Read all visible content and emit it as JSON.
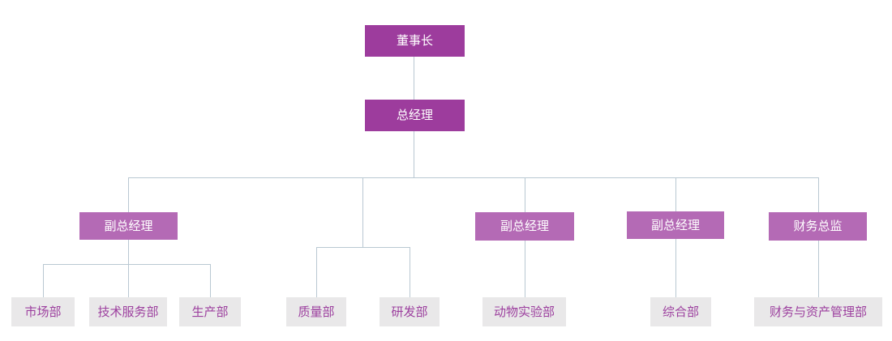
{
  "colors": {
    "exec_fill": "#9d3c9d",
    "exec_text": "#ffffff",
    "manager_fill": "#b46ab5",
    "manager_text": "#ffffff",
    "dept_fill": "#e9e8e9",
    "dept_text": "#9c3f9e",
    "line": "#b9c8d2",
    "background": "#ffffff"
  },
  "nodes": {
    "chairman": "董事长",
    "general_manager": "总经理",
    "deputy_gm_1": "副总经理",
    "deputy_gm_2": "副总经理",
    "deputy_gm_3": "副总经理",
    "finance_director": "财务总监",
    "marketing_dept": "市场部",
    "tech_service_dept": "技术服务部",
    "production_dept": "生产部",
    "quality_dept": "质量部",
    "rd_dept": "研发部",
    "animal_lab_dept": "动物实验部",
    "general_affairs_dept": "综合部",
    "finance_asset_mgmt_dept": "财务与资产管理部"
  },
  "hierarchy": {
    "chairman": [
      "general_manager"
    ],
    "general_manager": [
      "deputy_gm_1",
      "quality_rd_branch",
      "deputy_gm_2",
      "deputy_gm_3",
      "finance_director"
    ],
    "deputy_gm_1": [
      "marketing_dept",
      "tech_service_dept",
      "production_dept"
    ],
    "quality_rd_branch": [
      "quality_dept",
      "rd_dept"
    ],
    "deputy_gm_2": [
      "animal_lab_dept"
    ],
    "deputy_gm_3": [
      "general_affairs_dept"
    ],
    "finance_director": [
      "finance_asset_mgmt_dept"
    ]
  }
}
